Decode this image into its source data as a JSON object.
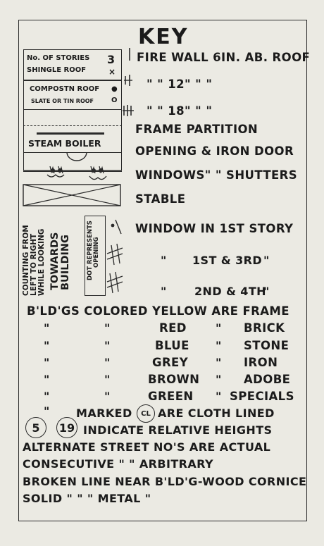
{
  "title": "KEY",
  "box_top": {
    "no_of_stories": "No. OF STORIES",
    "stories_number": "3",
    "shingle_roof": "SHINGLE ROOF",
    "shingle_symbol": "×",
    "composition_roof": "COMPOSTN ROOF",
    "composition_symbol": "●",
    "slate_roof": "SLATE OR TIN ROOF",
    "slate_symbol": "O",
    "steam_boiler": "STEAM BOILER"
  },
  "vertical_text": {
    "counting_line1": "COUNTING FROM",
    "counting_line2": "LEFT TO RIGHT",
    "counting_line3": "WHILE LOOKING",
    "towards": "TOWARDS",
    "building": "BUILDING",
    "dot_line1": "DOT REPRESENTS",
    "dot_line2": "OPENING"
  },
  "legend_rows": {
    "fire_wall_6": "FIRE WALL 6IN. AB. ROOF",
    "fire_wall_12": "\"      \"   12\"   \"     \"",
    "fire_wall_18": "\"      \"   18\"   \"     \"",
    "frame_partition": "FRAME PARTITION",
    "opening_iron_door": "OPENING & IRON DOOR",
    "windows_shutters": "WINDOWS\"  \" SHUTTERS",
    "stable": "STABLE",
    "window_1st_story": "WINDOW IN 1ST STORY",
    "ditto_1st_3rd_quote_l": "\"",
    "ditto_1st_3rd": "1ST & 3RD",
    "ditto_1st_3rd_quote_r": "\"",
    "ditto_2nd_4th_quote_l": "\"",
    "ditto_2nd_4th": "2ND & 4TH",
    "ditto_2nd_4th_quote_r": "\""
  },
  "colors_section": {
    "heading": "B'LD'GS COLORED YELLOW ARE FRAME",
    "rows": [
      {
        "q1": "\"",
        "q2": "\"",
        "color": "RED",
        "q3": "\"",
        "material": "BRICK"
      },
      {
        "q1": "\"",
        "q2": "\"",
        "color": "BLUE",
        "q3": "\"",
        "material": "STONE"
      },
      {
        "q1": "\"",
        "q2": "\"",
        "color": "GREY",
        "q3": "\"",
        "material": "IRON"
      },
      {
        "q1": "\"",
        "q2": "\"",
        "color": "BROWN",
        "q3": "\"",
        "material": "ADOBE"
      },
      {
        "q1": "\"",
        "q2": "\"",
        "color": "GREEN",
        "q3": "\"",
        "material": "SPECIALS"
      }
    ]
  },
  "notes": {
    "cloth_quote": "\"",
    "cloth_marked": "MARKED",
    "cloth_symbol": "CL",
    "cloth_text": "ARE CLOTH LINED",
    "height_5": "5",
    "height_19": "19",
    "heights_text": "INDICATE RELATIVE HEIGHTS",
    "alternate": "ALTERNATE STREET NO'S ARE ACTUAL",
    "consecutive": "CONSECUTIVE  \"        \"    ARBITRARY",
    "broken_line": "BROKEN LINE NEAR B'LD'G-WOOD CORNICE",
    "solid": "SOLID     \"      \"      \"     METAL  \""
  }
}
